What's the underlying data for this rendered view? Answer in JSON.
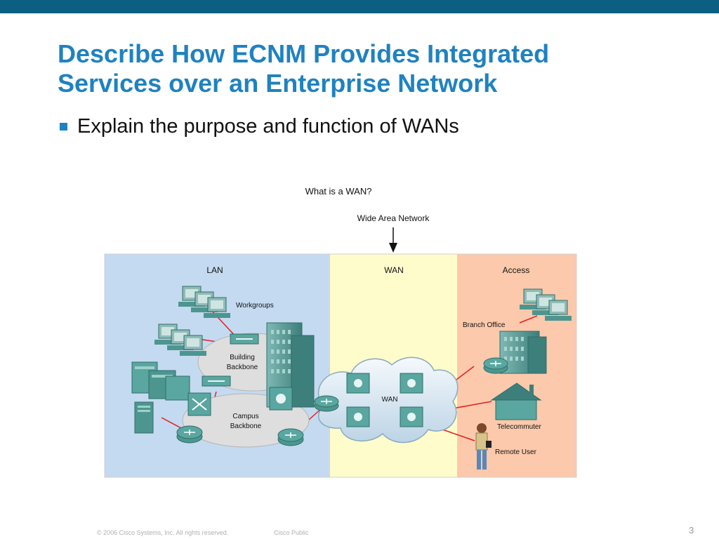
{
  "slide": {
    "title_line1": "Describe How ECNM Provides Integrated",
    "title_line2": "Services over an Enterprise Network",
    "bullet": "Explain the purpose and function of WANs",
    "footer_copyright": "© 2006 Cisco Systems, Inc. All rights reserved.",
    "footer_classification": "Cisco Public",
    "page_number": "3"
  },
  "diagram": {
    "heading": "What is a WAN?",
    "arrow_label": "Wide Area Network",
    "sections": {
      "lan": "LAN",
      "wan": "WAN",
      "access": "Access"
    },
    "labels": {
      "workgroups": "Workgroups",
      "building_backbone_1": "Building",
      "building_backbone_2": "Backbone",
      "campus_backbone_1": "Campus",
      "campus_backbone_2": "Backbone",
      "wan_cloud": "WAN",
      "branch_office": "Branch Office",
      "telecommuter": "Telecommuter",
      "remote_user": "Remote User"
    },
    "colors": {
      "lan_bg": "#c4daf0",
      "wan_bg": "#fffccb",
      "access_bg": "#fcc9ac",
      "link_red": "#e02020",
      "device_teal": "#3e8f8a"
    }
  }
}
